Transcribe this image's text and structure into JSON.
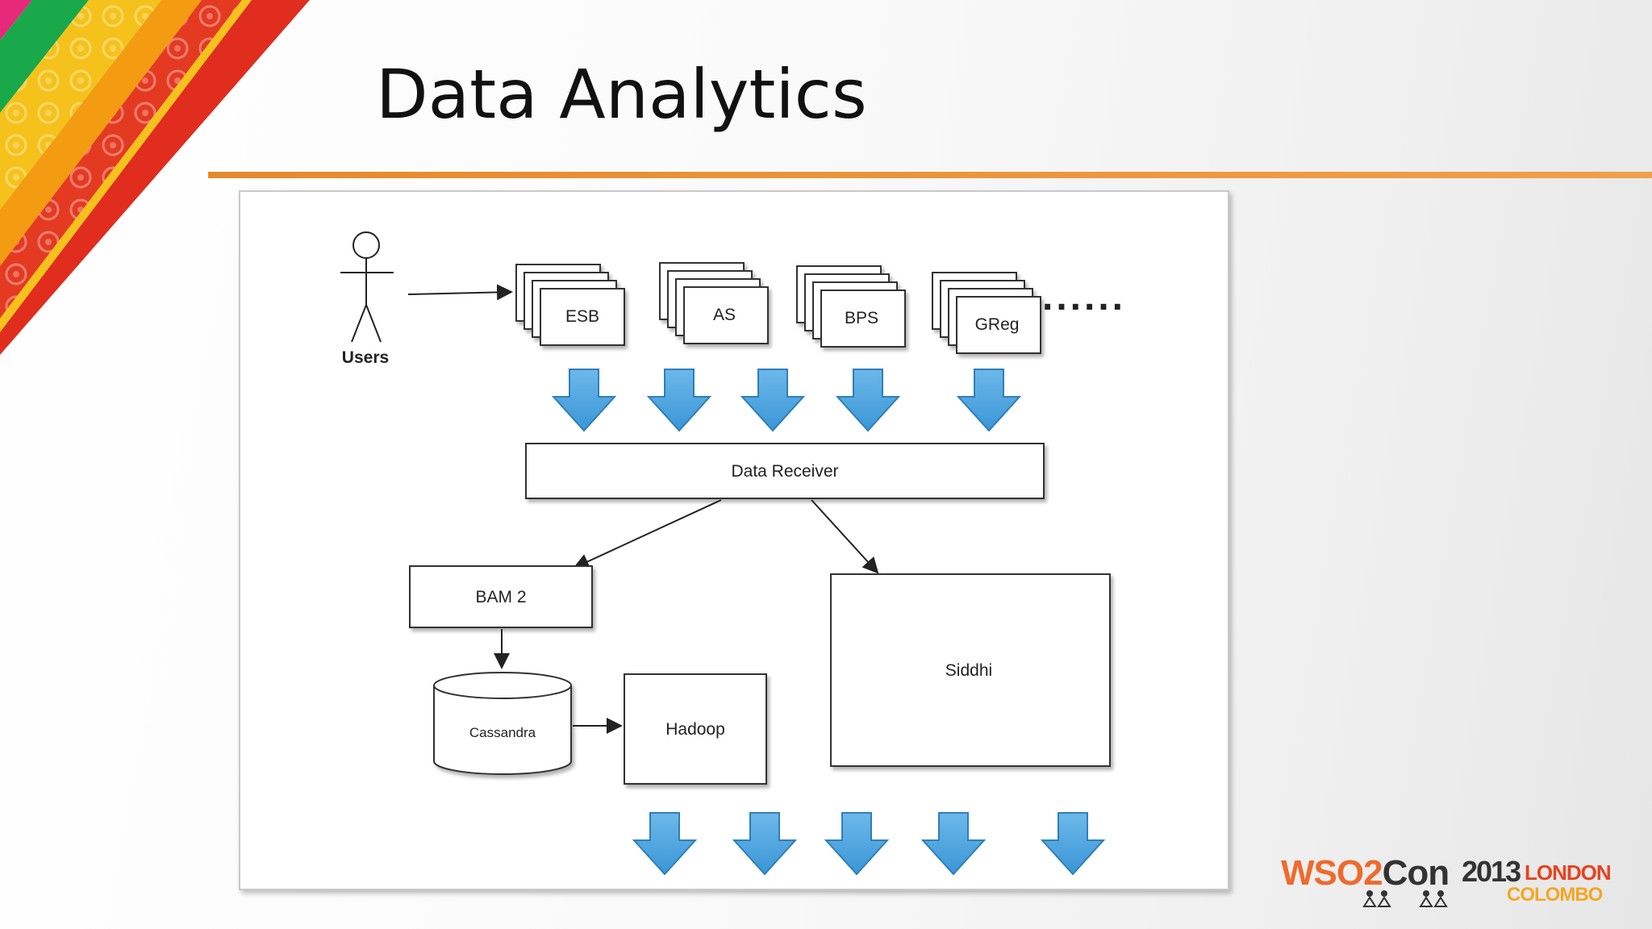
{
  "slide": {
    "title": "Data Analytics",
    "accent_color": "#e88b2e"
  },
  "diagram": {
    "actor": {
      "label": "Users",
      "icon": "stick-figure-icon"
    },
    "servers": [
      {
        "id": "esb",
        "label": "ESB"
      },
      {
        "id": "as",
        "label": "AS"
      },
      {
        "id": "bps",
        "label": "BPS"
      },
      {
        "id": "greg",
        "label": "GReg"
      }
    ],
    "ellipsis": "......",
    "receiver": {
      "label": "Data Receiver"
    },
    "bam": {
      "label": "BAM 2"
    },
    "cassandra": {
      "label": "Cassandra"
    },
    "hadoop": {
      "label": "Hadoop"
    },
    "siddhi": {
      "label": "Siddhi"
    },
    "flow_arrow_color": "#4aa3df"
  },
  "logo": {
    "brand": "WSO2",
    "brand_suffix": "Con",
    "year": "2013",
    "city1": "LONDON",
    "city2": "COLOMBO",
    "colors": {
      "orange": "#ee6a2c",
      "red": "#e8421e",
      "yellow": "#f5a623"
    }
  }
}
